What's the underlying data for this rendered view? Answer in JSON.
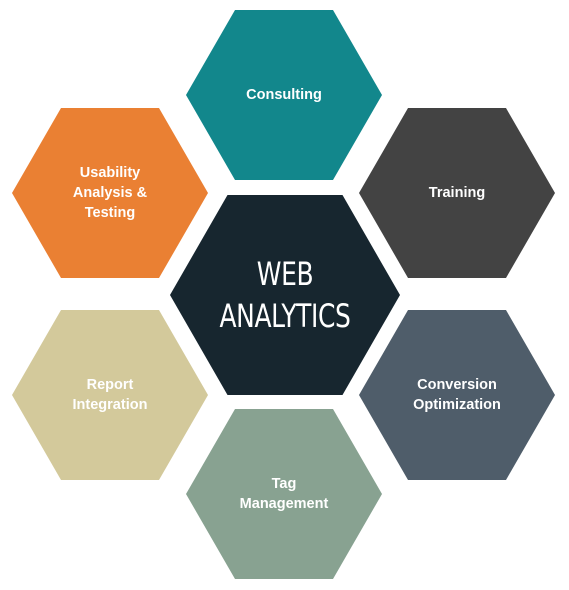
{
  "center": {
    "label": "WEB\nANALYTICS",
    "color": "#17262f"
  },
  "hexagons": [
    {
      "id": "consulting",
      "label": "Consulting",
      "color": "#12878c"
    },
    {
      "id": "training",
      "label": "Training",
      "color": "#434343"
    },
    {
      "id": "conversion-optimization",
      "label": "Conversion\nOptimization",
      "color": "#4f5d6a"
    },
    {
      "id": "tag-management",
      "label": "Tag\nManagement",
      "color": "#88a291"
    },
    {
      "id": "report-integration",
      "label": "Report\nIntegration",
      "color": "#d3c99b"
    },
    {
      "id": "usability-analysis-testing",
      "label": "Usability\nAnalysis &\nTesting",
      "color": "#ea8033"
    }
  ]
}
